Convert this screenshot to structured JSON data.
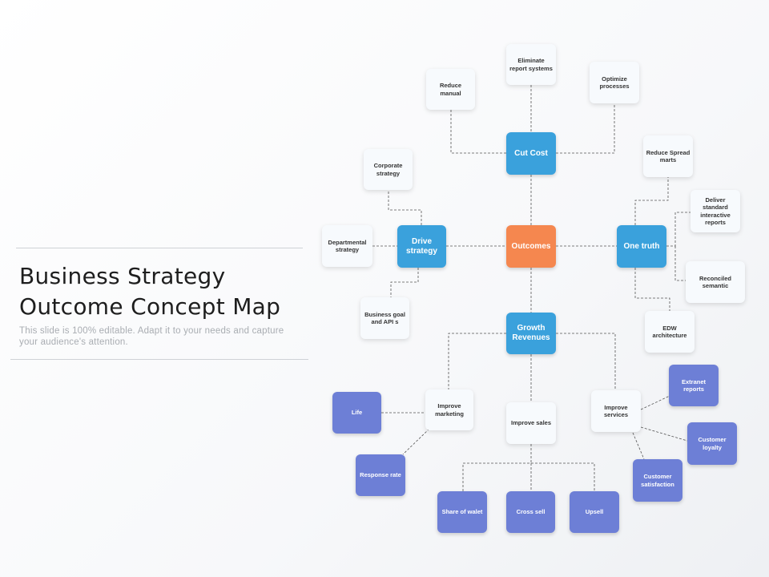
{
  "title": "Business Strategy\nOutcome Concept Map",
  "subtitle": "This slide is 100% editable. Adapt it to your needs and capture your audience's attention.",
  "nodes": {
    "outcomes": "Outcomes",
    "cut_cost": "Cut Cost",
    "drive_strategy": "Drive strategy",
    "one_truth": "One truth",
    "growth_revenues": "Growth Revenues",
    "eliminate_report_systems": "Eliminate report systems",
    "reduce_manual": "Reduce manual",
    "optimize_processes": "Optimize processes",
    "corporate_strategy": "Corporate strategy",
    "departmental_strategy": "Departmental strategy",
    "business_goal_api": "Business goal and API s",
    "reduce_spread_marts": "Reduce Spread marts",
    "deliver_standard_reports": "Deliver standard interactive reports",
    "reconciled_semantic": "Reconciled semantic",
    "edw_architecture": "EDW architecture",
    "improve_marketing": "Improve marketing",
    "improve_sales": "Improve sales",
    "improve_services": "Improve services",
    "life": "Life",
    "response_rate": "Response rate",
    "share_of_wallet": "Share of walet",
    "cross_sell": "Cross sell",
    "upsell": "Upsell",
    "extranet_reports": "Extranet reports",
    "customer_loyalty": "Customer loyalty",
    "customer_satisfaction": "Customer satisfaction"
  },
  "colors": {
    "center": "#f5874f",
    "hub": "#3aa1dc",
    "leaf": "#f7fafd",
    "purple": "#6d7fd6",
    "connector": "#555555"
  }
}
